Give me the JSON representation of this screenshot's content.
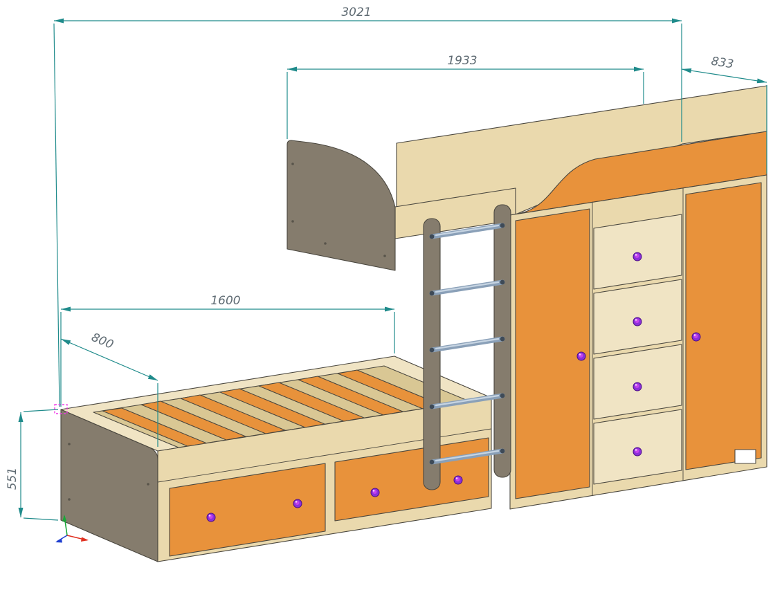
{
  "drawing": {
    "dimensions": {
      "overall_width": "3021",
      "upper_bed_length": "1933",
      "depth": "833",
      "lower_bed_length": "1600",
      "lower_bed_depth": "800",
      "platform_height": "551"
    },
    "icons": {
      "knob": "drawer-knob",
      "axes": "ucs-coordinate-axes",
      "corner_marker": "selected-corner-marker"
    },
    "colors": {
      "background": "#ffffff",
      "dim": "#1f8b8b",
      "dimText": "#5e6a72",
      "outline": "#4a473f",
      "cream": "#ead9ad",
      "creamLight": "#f0e4c4",
      "creamDark": "#d9c794",
      "orange": "#e8923b",
      "taupe": "#857c6d",
      "metal": "#8aa0b8",
      "metalHi": "#c6d4e2",
      "metalCap": "#3e4a57",
      "knob": "#8b2fd9",
      "knobHi": "#c544ee",
      "knobSpark": "#f2d0ff",
      "marker": "#f03ae8",
      "axisX": "#e03020",
      "axisY": "#18a838",
      "axisZ": "#2040d0"
    }
  }
}
